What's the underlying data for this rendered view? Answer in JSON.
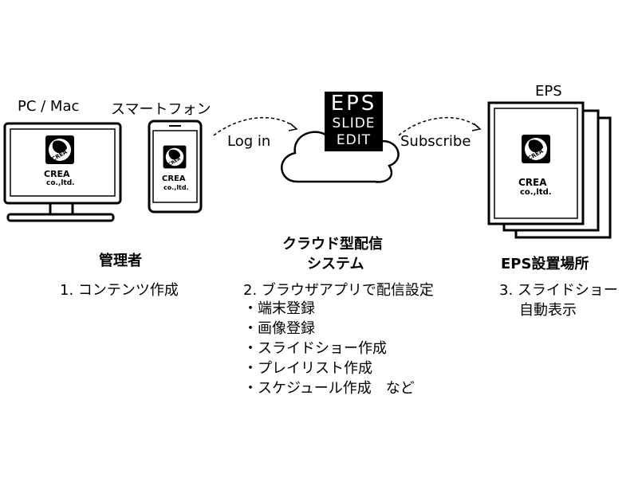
{
  "labels": {
    "pc": "PC / Mac",
    "smartphone": "スマートフォン",
    "eps_top": "EPS",
    "login": "Log in",
    "subscribe": "Subscribe"
  },
  "product_logo": {
    "line1": "EPS",
    "line2": "SLIDE",
    "line3": "EDIT"
  },
  "brand": {
    "name": "CREA",
    "sub": "co.,ltd."
  },
  "sections": {
    "admin": {
      "title": "管理者",
      "step": "1. コンテンツ作成"
    },
    "cloud": {
      "title_line1": "クラウド型配信",
      "title_line2": "システム",
      "step": "2. ブラウザアプリで配信設定",
      "items": [
        "・端末登録",
        "・画像登録",
        "・スライドショー作成",
        "・プレイリスト作成",
        "・スケジュール作成　など"
      ]
    },
    "eps": {
      "title": "EPS設置場所",
      "step_line1": "3. スライドショー",
      "step_line2": "自動表示"
    }
  }
}
